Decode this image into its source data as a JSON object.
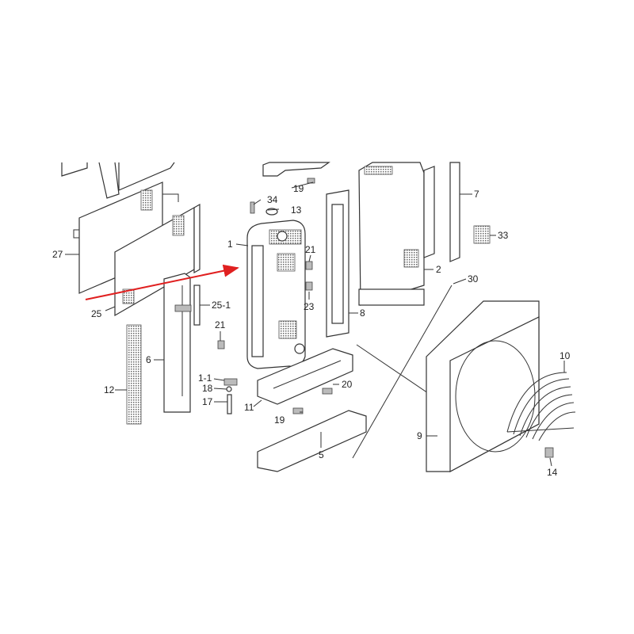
{
  "diagram": {
    "accent_color": "#e02020",
    "part_labels": [
      "34",
      "13",
      "19",
      "1",
      "21",
      "23",
      "8",
      "2",
      "7",
      "33",
      "27",
      "25",
      "25-1",
      "21",
      "6",
      "12",
      "1-1",
      "18",
      "17",
      "11",
      "20",
      "19",
      "5",
      "30",
      "10",
      "9",
      "14"
    ]
  }
}
